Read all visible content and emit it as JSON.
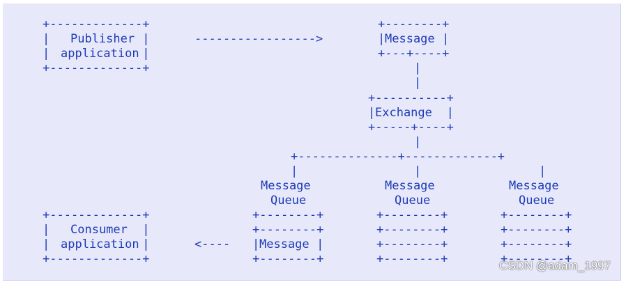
{
  "diagram": {
    "publisher": {
      "label_line1": "Publisher",
      "label_line2": "application"
    },
    "message_top": {
      "label": "Message"
    },
    "exchange": {
      "label": "Exchange"
    },
    "queues": [
      {
        "label_line1": "Message",
        "label_line2": "Queue"
      },
      {
        "label_line1": "Message",
        "label_line2": "Queue"
      },
      {
        "label_line1": "Message",
        "label_line2": "Queue"
      }
    ],
    "consumer": {
      "label_line1": "Consumer",
      "label_line2": "application"
    },
    "consumer_message": {
      "label": "Message"
    }
  },
  "watermark": "CSDN @adam_1997",
  "colors": {
    "ink": "#1f3ab5",
    "background": "#e7e9fb"
  }
}
